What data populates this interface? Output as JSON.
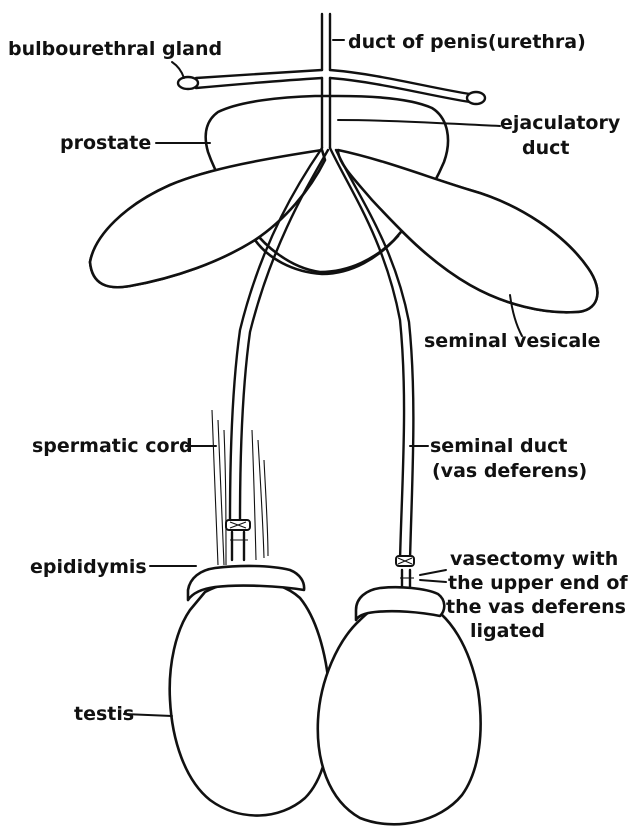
{
  "labels": {
    "bulbourethral_gland": "bulbourethral gland",
    "duct_of_penis": "duct of penis(urethra)",
    "prostate": "prostate",
    "ejaculatory_duct_line1": "ejaculatory",
    "ejaculatory_duct_line2": "duct",
    "seminal_vesicle": "seminal vesicale",
    "spermatic_cord": "spermatic cord",
    "seminal_duct_line1": "seminal duct",
    "seminal_duct_line2": "(vas deferens)",
    "epididymis": "epididymis",
    "vasectomy_line1": "vasectomy with",
    "vasectomy_line2": "the upper end of",
    "vasectomy_line3": "the vas deferens",
    "vasectomy_line4": "ligated",
    "testis": "testis"
  }
}
